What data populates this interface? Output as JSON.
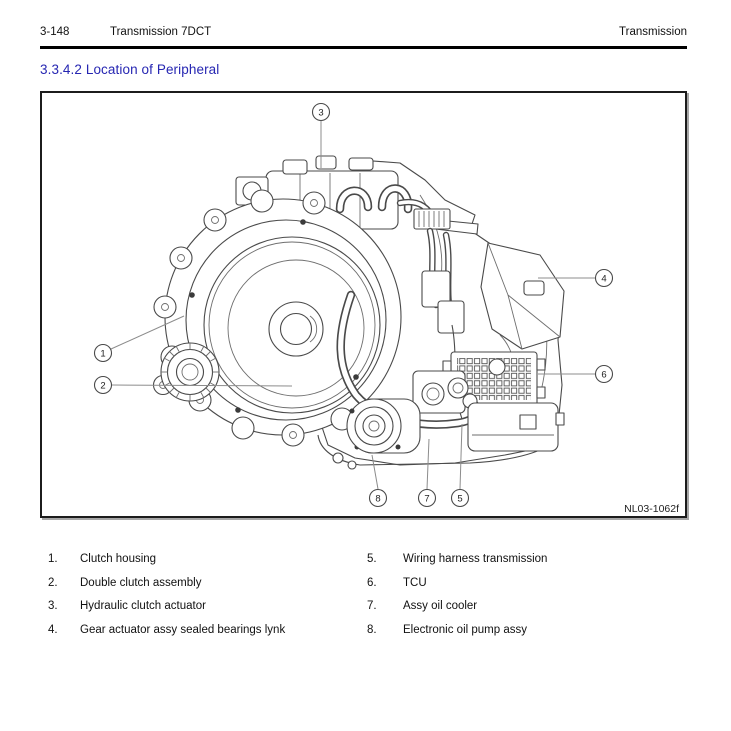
{
  "header": {
    "page_number": "3-148",
    "title": "Transmission 7DCT",
    "right_title": "Transmission"
  },
  "section": {
    "heading": "3.3.4.2 Location of Peripheral"
  },
  "figure": {
    "code": "NL03-1062f",
    "description": "Line drawing of 7DCT transmission with numbered callouts",
    "callouts": [
      {
        "num": "1"
      },
      {
        "num": "2"
      },
      {
        "num": "3"
      },
      {
        "num": "4"
      },
      {
        "num": "5"
      },
      {
        "num": "6"
      },
      {
        "num": "7"
      },
      {
        "num": "8"
      }
    ]
  },
  "legend": {
    "items": [
      {
        "num": "1.",
        "label": "Clutch housing"
      },
      {
        "num": "2.",
        "label": "Double clutch assembly"
      },
      {
        "num": "3.",
        "label": "Hydraulic clutch actuator"
      },
      {
        "num": "4.",
        "label": "Gear actuator assy sealed bearings lynk"
      },
      {
        "num": "5.",
        "label": "Wiring harness transmission"
      },
      {
        "num": "6.",
        "label": "TCU"
      },
      {
        "num": "7.",
        "label": "Assy oil cooler"
      },
      {
        "num": "8.",
        "label": "Electronic oil pump assy"
      }
    ]
  },
  "colors": {
    "heading_blue": "#2626b2",
    "line_art": "#4a4a4a",
    "leader_gray": "#8c8c8c"
  }
}
